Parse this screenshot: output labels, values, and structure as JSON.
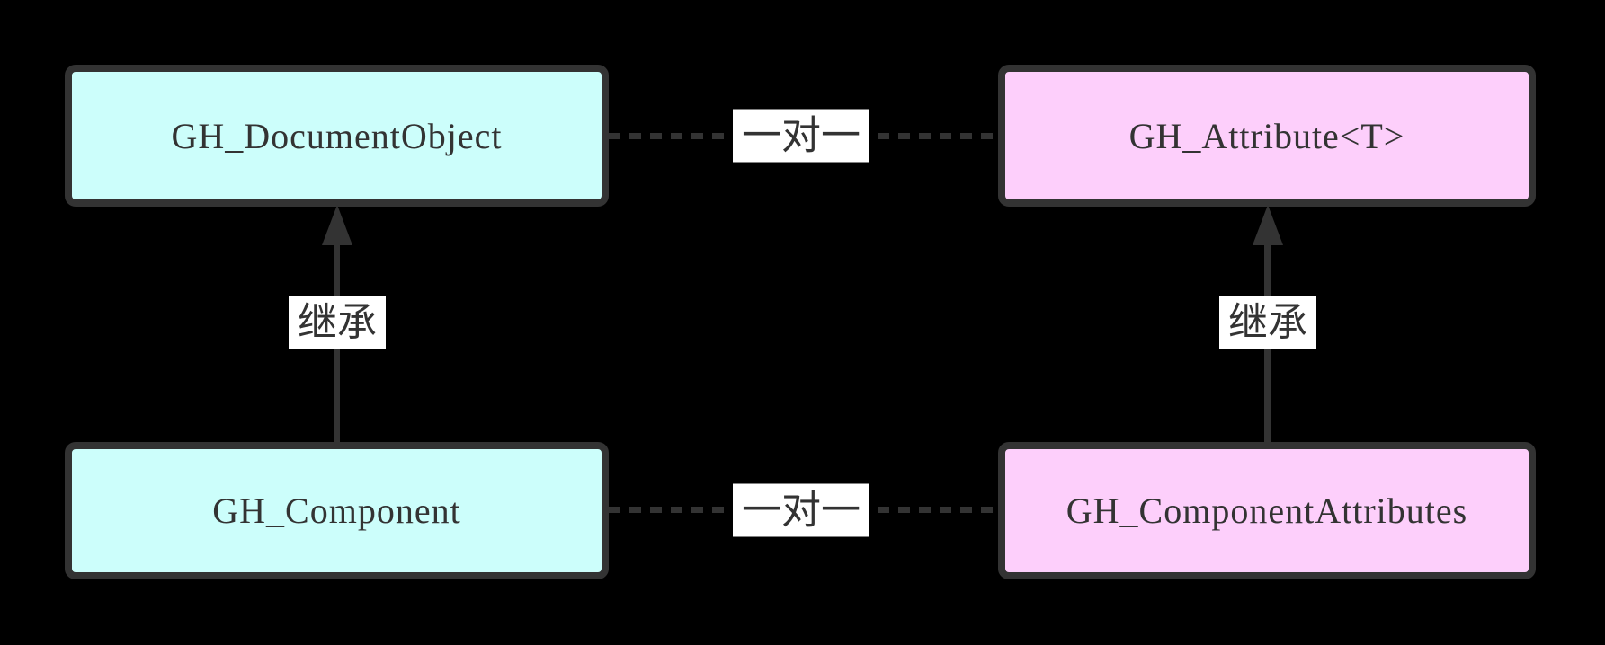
{
  "diagram": {
    "title": "GH_Component / GH_Attribute class relationship diagram",
    "background_color": "#000000",
    "colors": {
      "node_border": "#333333",
      "edge_stroke": "#333333",
      "cyan_node_fill": "#ccfefb",
      "pink_node_fill": "#fdcffb",
      "edge_label_background": "#ffffff",
      "text": "#333333"
    },
    "nodes": [
      {
        "id": "gh-document-object",
        "label": "GH_DocumentObject",
        "fill": "#ccfefb",
        "position": "top-left"
      },
      {
        "id": "gh-attribute-t",
        "label": "GH_Attribute<T>",
        "fill": "#fdcffb",
        "position": "top-right"
      },
      {
        "id": "gh-component",
        "label": "GH_Component",
        "fill": "#ccfefb",
        "position": "bottom-left"
      },
      {
        "id": "gh-component-attributes",
        "label": "GH_ComponentAttributes",
        "fill": "#fdcffb",
        "position": "bottom-right"
      }
    ],
    "edges": [
      {
        "from": "GH_DocumentObject",
        "to": "GH_Attribute<T>",
        "type": "dotted-association",
        "label": "一对一"
      },
      {
        "from": "GH_Component",
        "to": "GH_ComponentAttributes",
        "type": "dotted-association",
        "label": "一对一"
      },
      {
        "from": "GH_Component",
        "to": "GH_DocumentObject",
        "type": "inheritance-arrow",
        "label": "继承"
      },
      {
        "from": "GH_ComponentAttributes",
        "to": "GH_Attribute<T>",
        "type": "inheritance-arrow",
        "label": "继承"
      }
    ]
  }
}
